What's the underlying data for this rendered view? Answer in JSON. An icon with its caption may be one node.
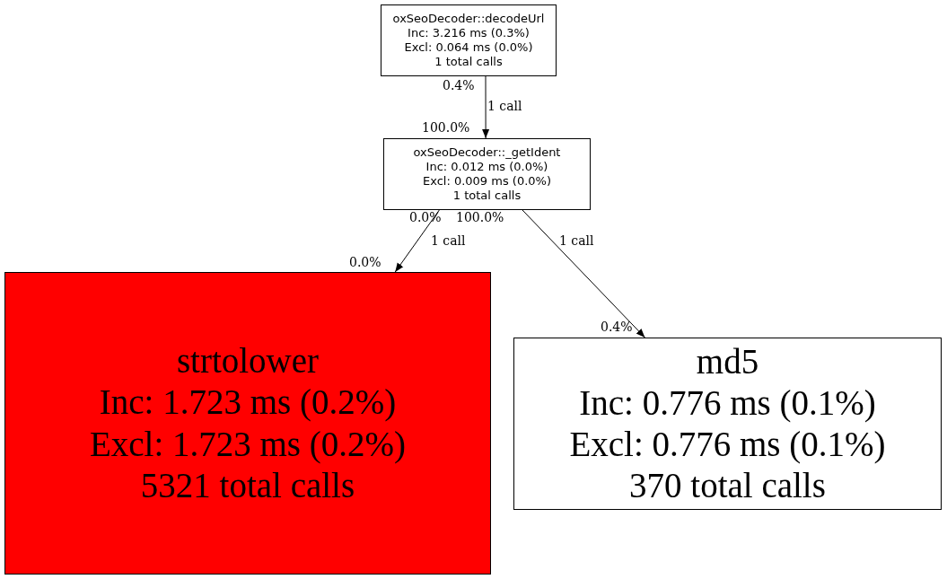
{
  "diagram": {
    "nodes": [
      {
        "text": [
          "oxSeoDecoder::decodeUrl",
          "Inc: 3.216 ms (0.3%)",
          "Excl: 0.064 ms (0.0%)",
          "1 total calls"
        ]
      },
      {
        "text": [
          "oxSeoDecoder::_getIdent",
          "Inc: 0.012 ms (0.0%)",
          "Excl: 0.009 ms (0.0%)",
          "1 total calls"
        ]
      },
      {
        "text": [
          "strtolower",
          "Inc: 1.723 ms (0.2%)",
          "Excl: 1.723 ms (0.2%)",
          "5321 total calls"
        ]
      },
      {
        "text": [
          "md5",
          "Inc: 0.776 ms (0.1%)",
          "Excl: 0.776 ms (0.1%)",
          "370 total calls"
        ]
      }
    ],
    "edges": [
      {
        "from": 0,
        "to": 1,
        "arrow": "to",
        "label": "1 call"
      },
      {
        "from": 1,
        "to": 2,
        "arrow": "to",
        "label": "1 call"
      },
      {
        "from": 1,
        "to": 3,
        "arrow": "to",
        "label": "1 call"
      }
    ],
    "labels": [
      "0.4%",
      "100.0%",
      "0.0%",
      "100.0%",
      "0.0%",
      "0.4%"
    ]
  }
}
